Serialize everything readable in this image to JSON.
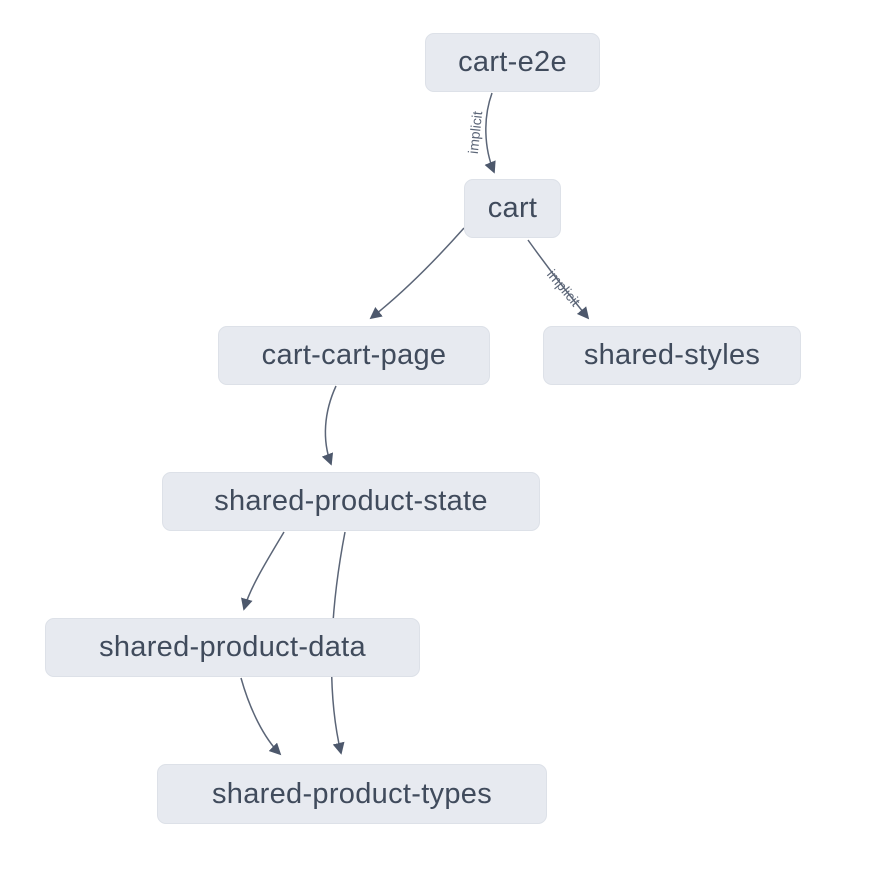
{
  "graph": {
    "nodes": [
      {
        "id": "cart-e2e",
        "label": "cart-e2e"
      },
      {
        "id": "cart",
        "label": "cart"
      },
      {
        "id": "cart-cart-page",
        "label": "cart-cart-page"
      },
      {
        "id": "shared-styles",
        "label": "shared-styles"
      },
      {
        "id": "shared-product-state",
        "label": "shared-product-state"
      },
      {
        "id": "shared-product-data",
        "label": "shared-product-data"
      },
      {
        "id": "shared-product-types",
        "label": "shared-product-types"
      }
    ],
    "edges": [
      {
        "from": "cart-e2e",
        "to": "cart",
        "label": "implicit"
      },
      {
        "from": "cart",
        "to": "cart-cart-page",
        "label": ""
      },
      {
        "from": "cart",
        "to": "shared-styles",
        "label": "implicit"
      },
      {
        "from": "cart-cart-page",
        "to": "shared-product-state",
        "label": ""
      },
      {
        "from": "shared-product-state",
        "to": "shared-product-data",
        "label": ""
      },
      {
        "from": "shared-product-state",
        "to": "shared-product-types",
        "label": ""
      },
      {
        "from": "shared-product-data",
        "to": "shared-product-types",
        "label": ""
      }
    ],
    "colors": {
      "background": "#ffffff",
      "node_fill": "#e7eaf0",
      "node_border": "#dde1e8",
      "node_text": "#404b5c",
      "edge": "#5b6577",
      "edge_label": "#5b6577",
      "arrowhead": "#4d586c"
    }
  }
}
